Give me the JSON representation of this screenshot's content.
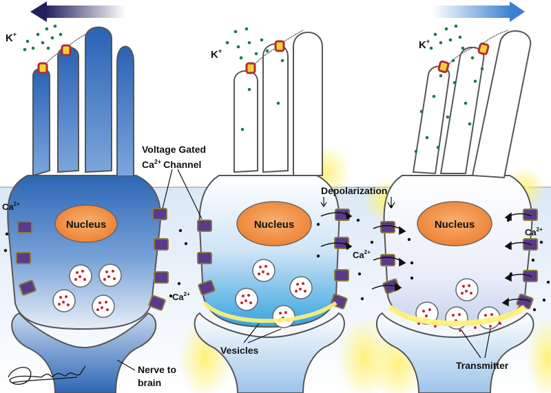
{
  "labels": {
    "k_plus_1": "K",
    "k_plus_2": "K",
    "k_plus_3": "K",
    "plus_sup": "+",
    "nucleus_1": "Nucleus",
    "nucleus_2": "Nucleus",
    "nucleus_3": "Nucleus",
    "vgcc_line1": "Voltage Gated",
    "vgcc_ca": "Ca",
    "vgcc_sup": "2+",
    "vgcc_line2": "Channel",
    "ca_left": "Ca",
    "ca_mid": "Ca",
    "ca_mid2": "Ca",
    "ca_right": "Ca",
    "ca_sup": "2+",
    "depolarization": "Depolarization",
    "vesicles": "Vesicles",
    "nerve_line1": "Nerve to",
    "nerve_line2": "brain",
    "transmitter": "Transmitter"
  },
  "colors": {
    "cell_blue": "#3a74c0",
    "nucleus_orange": "#f08a3c",
    "channel_purple": "#5a3a8a",
    "potassium_green": "#1a7a4a",
    "vesicle_red": "#c0282a",
    "arrow_left": "#2a2a6a",
    "arrow_right": "#3a80d0",
    "glow_yellow": "#fff48a"
  },
  "icons": {
    "arrow_left": "arrow-left-icon",
    "arrow_right": "arrow-right-icon",
    "signature": "signature-icon"
  }
}
